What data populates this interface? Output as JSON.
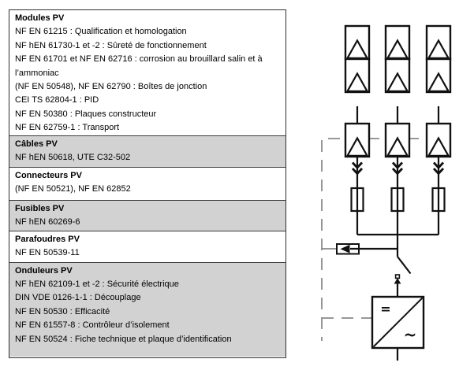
{
  "table": {
    "sections": [
      {
        "title": "Modules PV",
        "shaded": false,
        "lines": [
          "NF EN 61215 : Qualification et homologation",
          "NF hEN 61730-1 et -2 : Sûreté de fonctionnement",
          "NF EN 61701 et NF EN 62716 : corrosion au brouillard salin et à l’ammoniac",
          "(NF EN 50548), NF EN 62790 : Boîtes de jonction",
          "CEI TS 62804-1 : PID",
          "NF EN 50380 : Plaques constructeur",
          "NF EN 62759-1 : Transport"
        ]
      },
      {
        "title": "Câbles PV",
        "shaded": true,
        "lines": [
          "NF hEN 50618, UTE C32-502"
        ]
      },
      {
        "title": "Connecteurs PV",
        "shaded": false,
        "lines": [
          "(NF EN 50521), NF EN 62852"
        ]
      },
      {
        "title": "Fusibles PV",
        "shaded": true,
        "lines": [
          "NF hEN 60269-6"
        ]
      },
      {
        "title": "Parafoudres PV",
        "shaded": false,
        "lines": [
          "NF EN 50539-11"
        ]
      },
      {
        "title": "Onduleurs PV",
        "shaded": true,
        "lines": [
          "NF hEN 62109-1 et -2 : Sécurité électrique",
          "DIN VDE 0126-1-1 : Découplage",
          "NF EN 50530 : Efficacité",
          "NF EN 61557-8 : Contrôleur d’isolement",
          "NF EN 50524 : Fiche technique et plaque d’identification"
        ]
      }
    ]
  },
  "diagram": {
    "strings_count": 3,
    "modules_per_string_top_group": 2,
    "inverter": {
      "dc_label": "=",
      "ac_label": "~"
    },
    "icons": [
      "pv-module-icon",
      "pv-connector-icon",
      "fuse-icon",
      "surge-arrester-icon",
      "disconnect-switch-icon",
      "inverter-icon",
      "dc-boundary-dashed-line"
    ],
    "colors": {
      "line": "#111111",
      "dashed_boundary": "#8a8a8a",
      "shaded_row_bg": "#d2d2d2",
      "table_border": "#2f2f2f"
    }
  }
}
